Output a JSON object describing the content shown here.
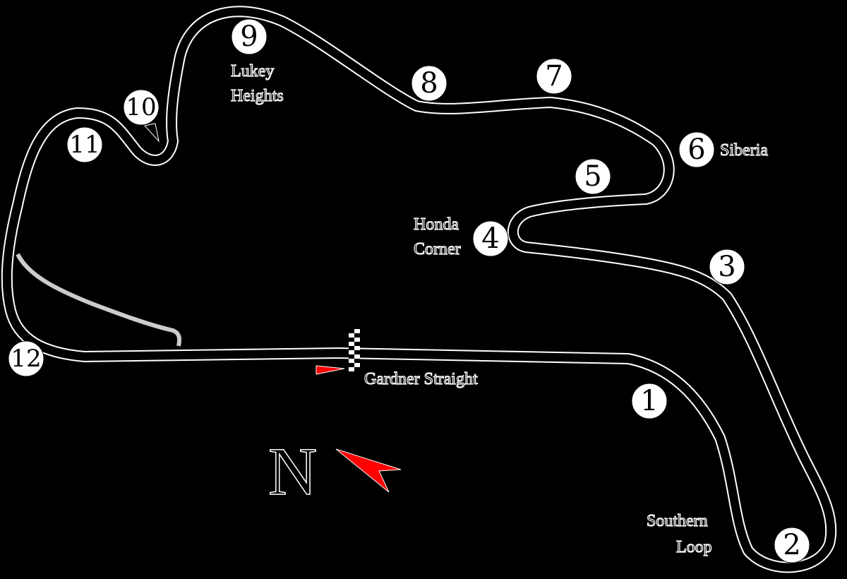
{
  "corners": [
    {
      "id": "1",
      "label": "1"
    },
    {
      "id": "2",
      "label": "2"
    },
    {
      "id": "3",
      "label": "3"
    },
    {
      "id": "4",
      "label": "4"
    },
    {
      "id": "5",
      "label": "5"
    },
    {
      "id": "6",
      "label": "6"
    },
    {
      "id": "7",
      "label": "7"
    },
    {
      "id": "8",
      "label": "8"
    },
    {
      "id": "9",
      "label": "9"
    },
    {
      "id": "10",
      "label": "10"
    },
    {
      "id": "11",
      "label": "11"
    },
    {
      "id": "12",
      "label": "12"
    }
  ],
  "names": {
    "lukey_1": "Lukey",
    "lukey_2": "Heights",
    "siberia": "Siberia",
    "honda_1": "Honda",
    "honda_2": "Corner",
    "gardner": "Gardner Straight",
    "southern_1": "Southern",
    "southern_2": "Loop"
  },
  "compass": {
    "letter": "N"
  },
  "colors": {
    "track": "#ffffff",
    "background": "#000000",
    "arrow": "#ff0000"
  }
}
